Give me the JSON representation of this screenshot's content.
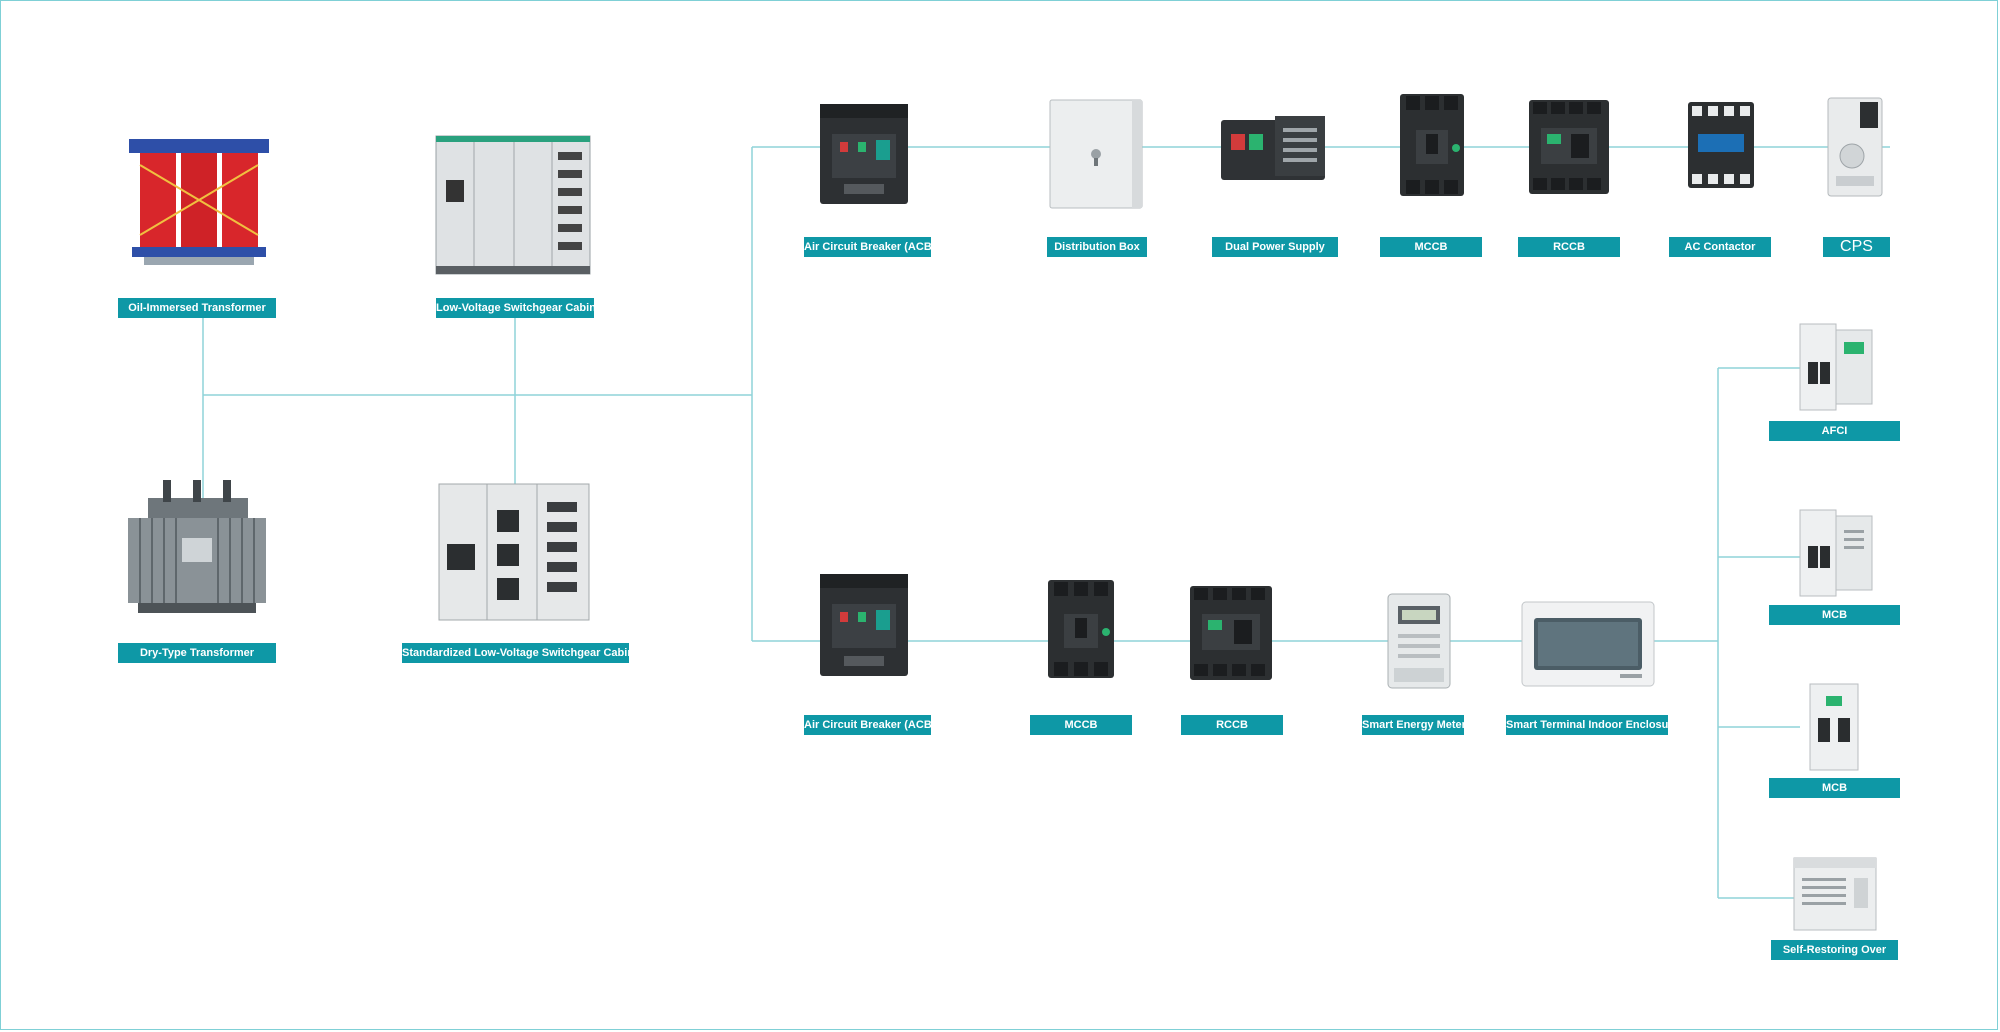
{
  "colors": {
    "accent": "#0e98a6",
    "line": "#8fd3d9",
    "frame": "#7fd0d6"
  },
  "devices": {
    "oil_transformer": {
      "label": "Oil-Immersed Transformer",
      "icon": "transformer-red-icon"
    },
    "lv_cabinet": {
      "label": "Low-Voltage Switchgear Cabinet",
      "icon": "switchgear-cabinet-icon"
    },
    "dry_transformer": {
      "label": "Dry-Type Transformer",
      "icon": "transformer-grey-icon"
    },
    "std_cabinet": {
      "label": "Standardized Low-Voltage Switchgear Cabinet",
      "icon": "switchgear-drawers-icon"
    },
    "acb_top": {
      "label": "Air Circuit Breaker (ACB)",
      "icon": "acb-icon"
    },
    "distribution_box": {
      "label": "Distribution Box",
      "icon": "enclosure-box-icon"
    },
    "dual_power": {
      "label": "Dual Power Supply",
      "icon": "ats-switch-icon"
    },
    "mccb_top": {
      "label": "MCCB",
      "icon": "mccb-icon"
    },
    "rccb_top": {
      "label": "RCCB",
      "icon": "rccb-icon"
    },
    "ac_contactor": {
      "label": "AC Contactor",
      "icon": "contactor-icon"
    },
    "cps": {
      "label": "CPS",
      "icon": "cps-icon"
    },
    "acb_bottom": {
      "label": "Air Circuit Breaker (ACB)",
      "icon": "acb-icon"
    },
    "mccb_bottom": {
      "label": "MCCB",
      "icon": "mccb-icon"
    },
    "rccb_bottom": {
      "label": "RCCB",
      "icon": "rccb-icon"
    },
    "energy_meter": {
      "label": "Smart Energy Meter",
      "icon": "energy-meter-icon"
    },
    "terminal_enclosure": {
      "label": "Smart Terminal Indoor Enclosure",
      "icon": "consumer-unit-icon"
    },
    "afci": {
      "label": "AFCI",
      "icon": "afci-breaker-icon"
    },
    "mcb_1": {
      "label": "MCB",
      "icon": "rcbo-breaker-icon"
    },
    "mcb_2": {
      "label": "MCB",
      "icon": "mcb-breaker-icon"
    },
    "self_restoring": {
      "label": "Self-Restoring Over",
      "icon": "self-restoring-protector-icon"
    }
  }
}
